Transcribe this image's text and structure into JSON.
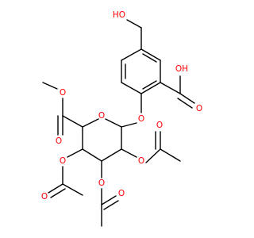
{
  "structure": {
    "kind": "skeletal-formula",
    "labels": {
      "hydroxymethyl_oh": "HO",
      "acid_oh": "OH",
      "acid_carbonyl_o": "O",
      "aryl_ether_o": "O",
      "ring_o": "O",
      "ester_methoxy_o": "O",
      "ester_carbonyl_o": "O",
      "acetate_a_ether_o": "O",
      "acetate_a_carbonyl_o": "O",
      "acetate_b_ether_o": "O",
      "acetate_b_carbonyl_o": "O",
      "acetate_c_ether_o": "O",
      "acetate_c_carbonyl_o": "O"
    },
    "colors": {
      "bond": "#000000",
      "heteroatom_oxygen": "#ff0000",
      "background": "#ffffff"
    }
  }
}
